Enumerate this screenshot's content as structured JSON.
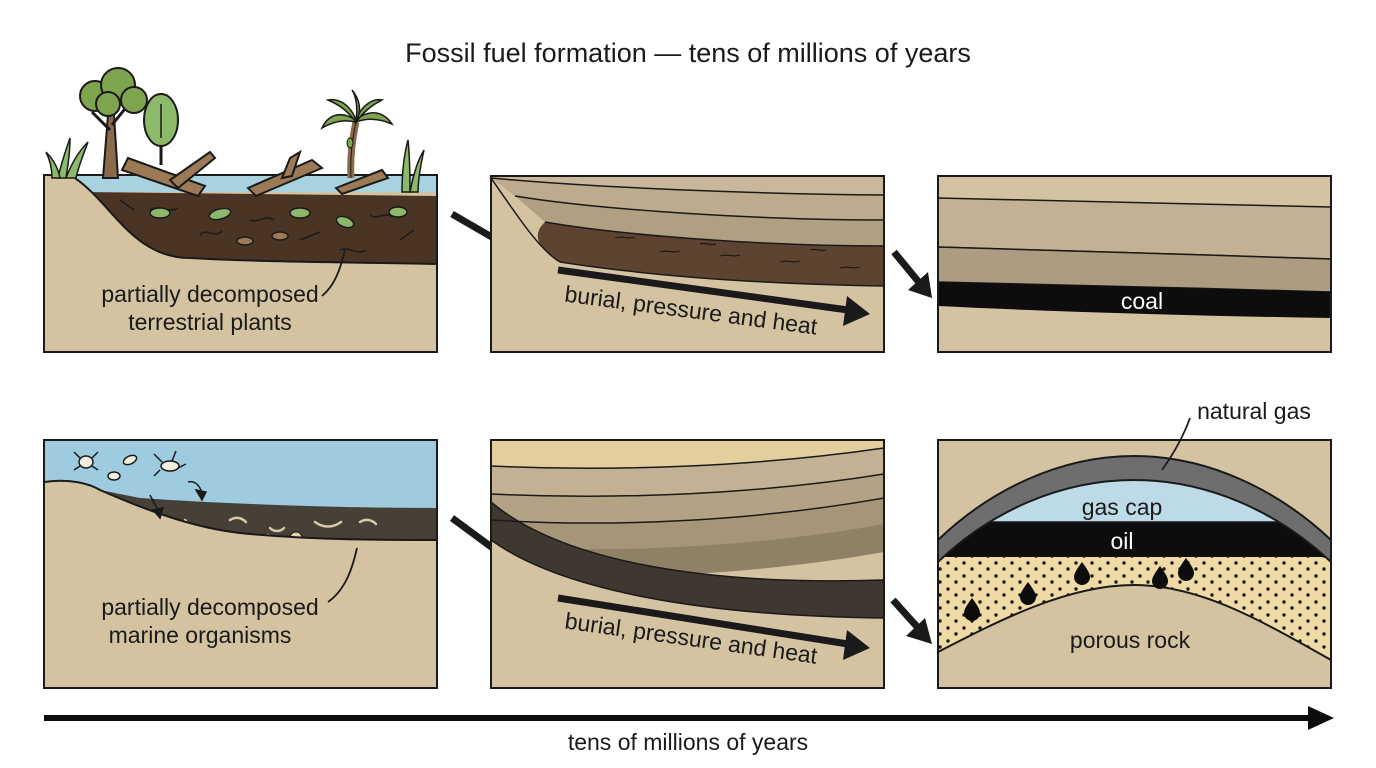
{
  "title": "Fossil fuel formation — tens of millions of years",
  "coal_row": {
    "stage1_label_line1": "partially decomposed",
    "stage1_label_line2": "terrestrial plants",
    "stage2_label": "burial, pressure and heat",
    "stage3_label": "coal"
  },
  "oil_row": {
    "stage1_label_line1": "partially decomposed",
    "stage1_label_line2": "marine organisms",
    "stage2_label": "burial, pressure and heat",
    "natural_gas_label": "natural gas",
    "gas_cap_label": "gas cap",
    "oil_label": "oil",
    "porous_rock_label": "porous rock"
  },
  "timeline_label": "tens of millions of years",
  "colors": {
    "sediment": "#d3c3a1",
    "water": "#a9d2df",
    "sea": "#9fcbe0",
    "organic_layer": "#4a3524",
    "marine_layer": "#474037",
    "coal": "#0d0d0d",
    "rock_cap": "#6e6e6e",
    "gas_cap": "#bcdbe7",
    "porous_rock": "#efd9a4",
    "outline": "#1a1a1a"
  },
  "icons": [
    "tree-icon",
    "palm-tree-icon",
    "grass-icon",
    "fallen-log-icon",
    "leaf-icon",
    "plankton-icon",
    "oil-drop-icon",
    "arrow-icon"
  ]
}
